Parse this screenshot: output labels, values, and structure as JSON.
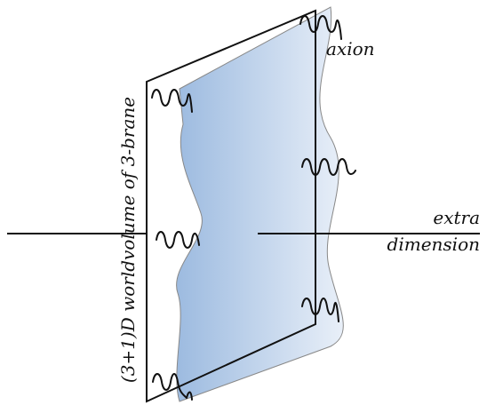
{
  "labels": {
    "axion": "axion",
    "extra_line1": "extra",
    "extra_line2": "dimension",
    "brane": "(3+1)D worldvolume of 3-brane"
  },
  "colors": {
    "sheet_dark": "#9dbbe0",
    "sheet_light": "#eef3fa",
    "ink": "#111111"
  },
  "icons": {
    "excitation": "wavy-string-icon"
  }
}
